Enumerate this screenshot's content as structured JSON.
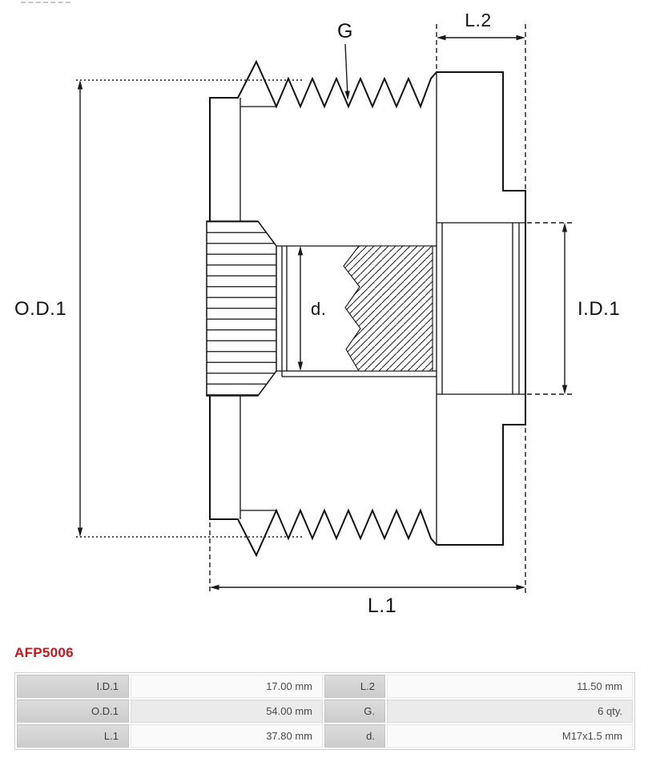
{
  "part_number": "AFP5006",
  "colors": {
    "part_number": "#c8161d",
    "drawing_line": "#121212",
    "table_label_bg": "#d3d3d3"
  },
  "diagram": {
    "labels": {
      "g": "G",
      "l2": "L.2",
      "od1": "O.D.1",
      "id1": "I.D.1",
      "d": "d.",
      "l1": "L.1"
    }
  },
  "spec_table": {
    "rows": [
      {
        "label1": "I.D.1",
        "value1": "17.00 mm",
        "label2": "L.2",
        "value2": "11.50 mm"
      },
      {
        "label1": "O.D.1",
        "value1": "54.00 mm",
        "label2": "G.",
        "value2": "6 qty."
      },
      {
        "label1": "L.1",
        "value1": "37.80 mm",
        "label2": "d.",
        "value2": "M17x1.5 mm"
      }
    ]
  }
}
